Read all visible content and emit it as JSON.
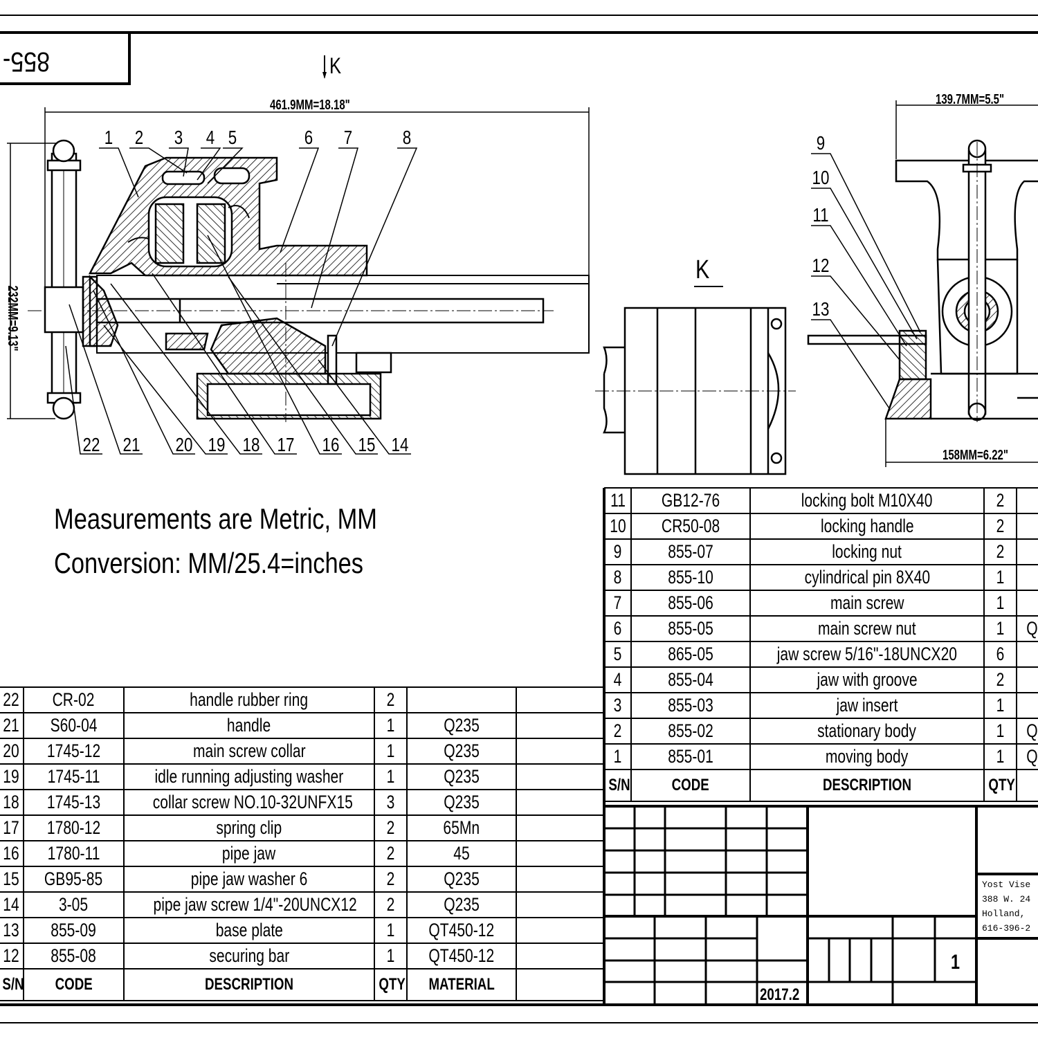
{
  "drawing_no": "855-",
  "view_marker": "K",
  "section_view_label": "K",
  "dimensions": {
    "overall_length": "461.9MM=18.18\"",
    "overall_height": "232MM=9.13\"",
    "jaw_width": "139.7MM=5.5\"",
    "base_width": "158MM=6.22\""
  },
  "balloons_top": [
    "1",
    "2",
    "3",
    "4",
    "5",
    "6",
    "7",
    "8"
  ],
  "balloons_bottom": [
    "22",
    "21",
    "20",
    "19",
    "18",
    "17",
    "16",
    "15",
    "14"
  ],
  "balloons_end_view": [
    "9",
    "10",
    "11",
    "12",
    "13"
  ],
  "notes": {
    "line1": "Measurements are Metric, MM",
    "line2": "Conversion: MM/25.4=inches"
  },
  "parts_left": {
    "rows": [
      [
        "22",
        "CR-02",
        "handle rubber ring",
        "2",
        ""
      ],
      [
        "21",
        "S60-04",
        "handle",
        "1",
        "Q235"
      ],
      [
        "20",
        "1745-12",
        "main screw collar",
        "1",
        "Q235"
      ],
      [
        "19",
        "1745-11",
        "idle running adjusting washer",
        "1",
        "Q235"
      ],
      [
        "18",
        "1745-13",
        "collar screw NO.10-32UNFX15",
        "3",
        "Q235"
      ],
      [
        "17",
        "1780-12",
        "spring clip",
        "2",
        "65Mn"
      ],
      [
        "16",
        "1780-11",
        "pipe jaw",
        "2",
        "45"
      ],
      [
        "15",
        "GB95-85",
        "pipe jaw washer 6",
        "2",
        "Q235"
      ],
      [
        "14",
        "3-05",
        "pipe jaw screw 1/4\"-20UNCX12",
        "2",
        "Q235"
      ],
      [
        "13",
        "855-09",
        "base plate",
        "1",
        "QT450-12"
      ],
      [
        "12",
        "855-08",
        "securing bar",
        "1",
        "QT450-12"
      ]
    ],
    "header": [
      "S/N",
      "CODE",
      "DESCRIPTION",
      "QTY",
      "MATERIAL"
    ]
  },
  "parts_right": {
    "rows": [
      [
        "11",
        "GB12-76",
        "locking bolt M10X40",
        "2",
        ""
      ],
      [
        "10",
        "CR50-08",
        "locking handle",
        "2",
        ""
      ],
      [
        "9",
        "855-07",
        "locking nut",
        "2",
        ""
      ],
      [
        "8",
        "855-10",
        "cylindrical pin 8X40",
        "1",
        ""
      ],
      [
        "7",
        "855-06",
        "main screw",
        "1",
        ""
      ],
      [
        "6",
        "855-05",
        "main screw nut",
        "1",
        "Q"
      ],
      [
        "5",
        "865-05",
        "jaw screw 5/16\"-18UNCX20",
        "6",
        ""
      ],
      [
        "4",
        "855-04",
        "jaw with groove",
        "2",
        ""
      ],
      [
        "3",
        "855-03",
        "jaw insert",
        "1",
        ""
      ],
      [
        "2",
        "855-02",
        "stationary body",
        "1",
        "Q"
      ],
      [
        "1",
        "855-01",
        "moving body",
        "1",
        "Q"
      ]
    ],
    "header": [
      "S/N",
      "CODE",
      "DESCRIPTION",
      "QTY",
      ""
    ]
  },
  "title_block": {
    "company_lines": [
      "Yost Vise",
      "388 W. 24",
      "Holland, ",
      "616-396-2"
    ],
    "date": "2017.2",
    "sheet": "1"
  }
}
